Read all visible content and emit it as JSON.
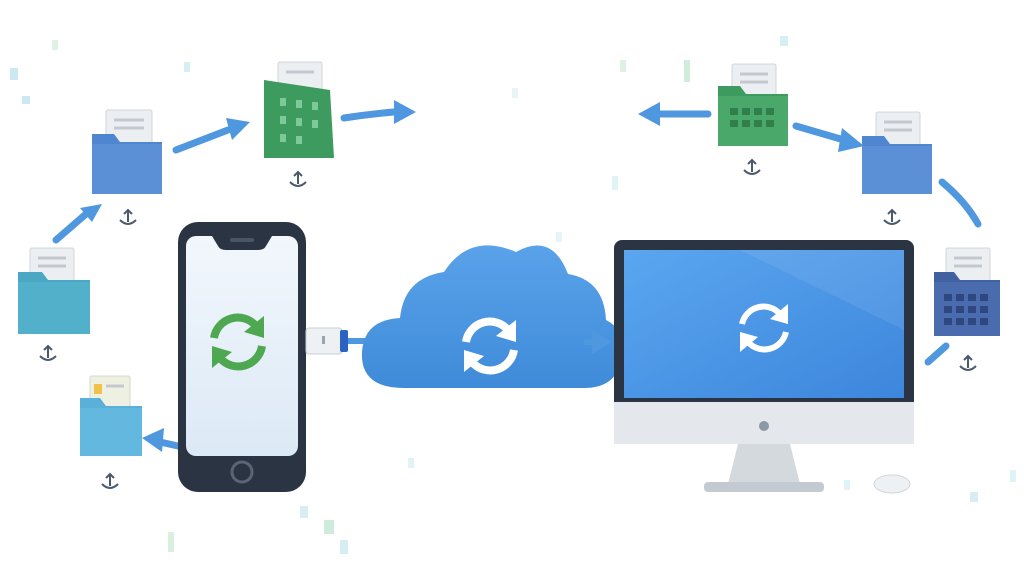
{
  "colors": {
    "background": "#ffffff",
    "arrow": "#4f97de",
    "cloud": "#4b95e0",
    "monitor_screen": "#4a93e6",
    "phone_body": "#2b3442",
    "phone_screen": "#e6f0fa",
    "sync_green": "#4ea852",
    "folder_blue": "#5b8fd6",
    "folder_teal": "#4aa8c4",
    "folder_green": "#3e9b60",
    "folder_navy": "#4a6bae",
    "paper": "#e9ecef"
  },
  "icons": {
    "phone_screen_icon": "sync-icon",
    "cloud_icon": "sync-icon",
    "monitor_icon": "sync-icon",
    "folder_badge": "upload-arrow-icon"
  },
  "nodes": {
    "phone": "smartphone",
    "cloud": "cloud-storage",
    "desktop": "desktop-computer"
  }
}
